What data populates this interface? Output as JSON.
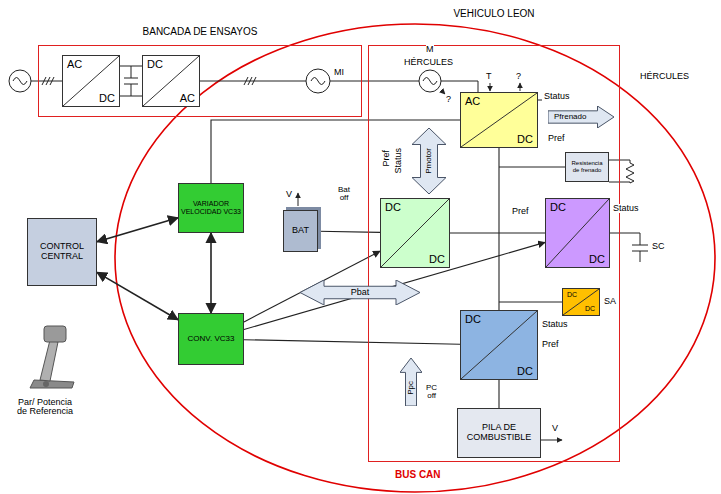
{
  "diagram": {
    "nodes": [
      {
        "text": [
          "BANCADA DE ENSAYOS"
        ]
      },
      {
        "text": [
          "AC",
          "DC"
        ],
        "in": 0
      },
      {
        "text": [
          "DC",
          "AC"
        ],
        "in": 0
      },
      {
        "text": [
          "VEHICULO LEON"
        ]
      },
      {
        "text": [
          "CONTROL CENTRAL"
        ]
      },
      {
        "text": [
          "VARIADOR VELOCIDAD VC33"
        ]
      },
      {
        "text": [
          "CONV. VC33"
        ]
      },
      {
        "text": [
          "BAT"
        ]
      },
      {
        "text": [
          "AC",
          "DC"
        ],
        "in": 3
      },
      {
        "text": [
          "Pfrenado"
        ],
        "in": 3
      },
      {
        "text": [
          "Resistencia de frenado"
        ],
        "in": 3
      },
      {
        "text": [
          "Pmotor"
        ],
        "in": 3
      },
      {
        "text": [
          "DC",
          "DC"
        ],
        "in": 3
      },
      {
        "text": [
          "DC",
          "DC"
        ],
        "in": 3
      },
      {
        "text": [
          "DC",
          "DC"
        ],
        "in": 3
      },
      {
        "text": [
          "Pbat"
        ]
      },
      {
        "text": [
          "DC",
          "DC"
        ],
        "in": 3
      },
      {
        "text": [
          "Ppc"
        ],
        "in": 3
      },
      {
        "text": [
          "PILA DE COMBUSTIBLE"
        ],
        "in": 3
      }
    ],
    "edges": [
      {
        "from": 4,
        "to": 5,
        "arrow": "both"
      },
      {
        "from": 4,
        "to": 6,
        "arrow": "both"
      },
      {
        "from": 5,
        "to": 6,
        "arrow": "both"
      },
      {
        "from": 5,
        "to": 8,
        "arrow": "none"
      },
      {
        "from": 6,
        "to": 12,
        "arrow": "to"
      },
      {
        "from": 6,
        "to": 13,
        "arrow": "to"
      },
      {
        "from": 6,
        "to": 16,
        "arrow": "none"
      },
      {
        "from": 7,
        "to": 12,
        "arrow": "none"
      },
      {
        "from": 18,
        "to": 16,
        "arrow": "none"
      },
      {
        "from": 8,
        "to": 16,
        "arrow": "none"
      },
      {
        "from": 12,
        "to": 13,
        "arrow": "none"
      }
    ],
    "labels": [
      "BUS CAN",
      "M",
      "HÉRCULES",
      "HÉRCULES",
      "MI",
      "?",
      "T",
      "?",
      "Status",
      "Pref",
      "Pref",
      "Status",
      "V",
      "Bat off",
      "Status",
      "Pref",
      "SC",
      "SA",
      "Status",
      "Pref",
      "PC off",
      "V",
      "Par/ Potencia de Referencia"
    ]
  }
}
